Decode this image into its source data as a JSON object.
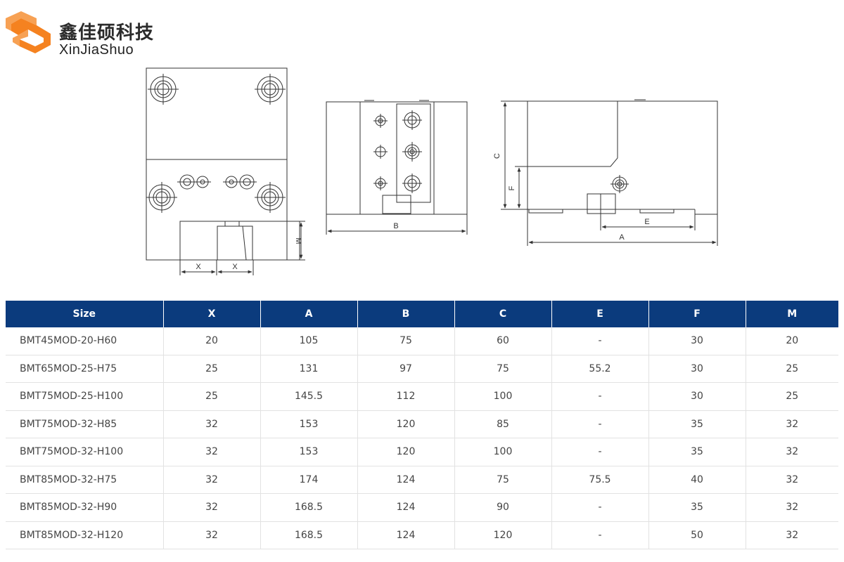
{
  "brand": {
    "name_cn": "鑫佳硕科技",
    "name_en": "XinJiaShuo",
    "colors": {
      "orange": "#f58220",
      "orange_light": "#f7a154",
      "header_blue": "#0b3b7d"
    }
  },
  "drawing_labels": {
    "front": {
      "x1": "X",
      "x2": "X",
      "m": "M"
    },
    "side": {
      "b": "B"
    },
    "profile": {
      "c": "C",
      "f": "F",
      "e": "E",
      "a": "A"
    }
  },
  "table": {
    "columns": [
      "Size",
      "X",
      "A",
      "B",
      "C",
      "E",
      "F",
      "M"
    ],
    "rows": [
      [
        "BMT45MOD-20-H60",
        "20",
        "105",
        "75",
        "60",
        "-",
        "30",
        "20"
      ],
      [
        "BMT65MOD-25-H75",
        "25",
        "131",
        "97",
        "75",
        "55.2",
        "30",
        "25"
      ],
      [
        "BMT75MOD-25-H100",
        "25",
        "145.5",
        "112",
        "100",
        "-",
        "30",
        "25"
      ],
      [
        "BMT75MOD-32-H85",
        "32",
        "153",
        "120",
        "85",
        "-",
        "35",
        "32"
      ],
      [
        "BMT75MOD-32-H100",
        "32",
        "153",
        "120",
        "100",
        "-",
        "35",
        "32"
      ],
      [
        "BMT85MOD-32-H75",
        "32",
        "174",
        "124",
        "75",
        "75.5",
        "40",
        "32"
      ],
      [
        "BMT85MOD-32-H90",
        "32",
        "168.5",
        "124",
        "90",
        "-",
        "35",
        "32"
      ],
      [
        "BMT85MOD-32-H120",
        "32",
        "168.5",
        "124",
        "120",
        "-",
        "50",
        "32"
      ]
    ]
  }
}
